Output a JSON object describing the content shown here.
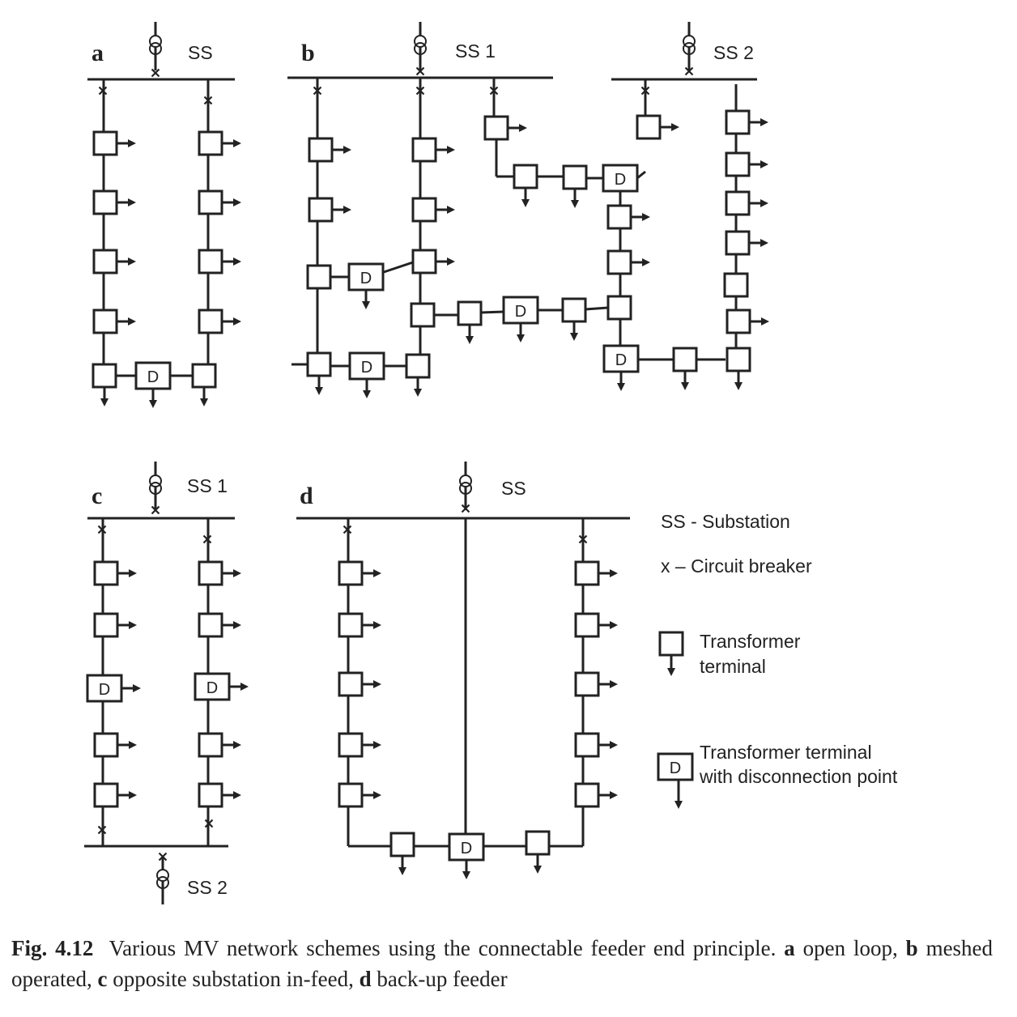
{
  "labels": {
    "a": "a",
    "b": "b",
    "c": "c",
    "d": "d",
    "ss_a": "SS",
    "ss1_b": "SS 1",
    "ss2_b": "SS 2",
    "ss1_c": "SS 1",
    "ss2_c": "SS 2",
    "ss_d": "SS",
    "d_box": "D"
  },
  "legend": {
    "substation": "SS - Substation",
    "breaker": "x – Circuit breaker",
    "tt_line1": "Transformer",
    "tt_line2": "terminal",
    "ttd_line1": "Transformer terminal",
    "ttd_line2": "with disconnection point"
  },
  "caption": {
    "fig": "Fig. 4.12",
    "pre": "Various MV network schemes using the connectable feeder end principle.",
    "a": "a",
    "a_text": "open loop,",
    "b": "b",
    "b_text": "meshed operated,",
    "c": "c",
    "c_text": "opposite substation in-feed,",
    "d": "d",
    "d_text": "back-up feeder"
  }
}
